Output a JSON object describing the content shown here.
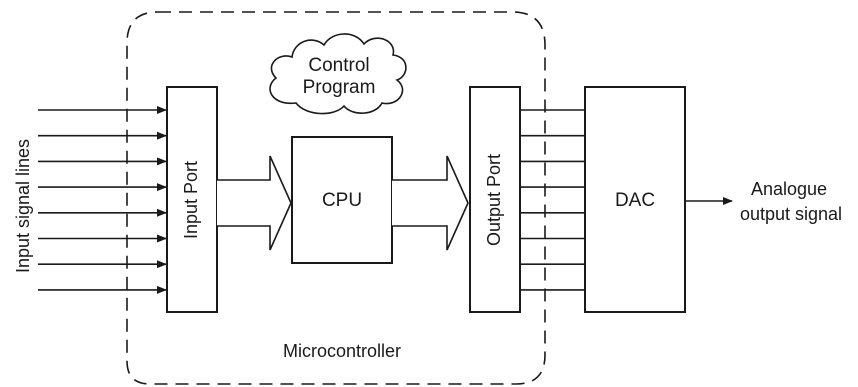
{
  "labels": {
    "input_lines": "Input signal lines",
    "input_port": "Input Port",
    "control_program_line1": "Control",
    "control_program_line2": "Program",
    "cpu": "CPU",
    "output_port": "Output Port",
    "dac": "DAC",
    "analogue_line1": "Analogue",
    "analogue_line2": "output signal",
    "microcontroller": "Microcontroller"
  },
  "counts": {
    "input_lines": 8,
    "output_lines": 8
  }
}
